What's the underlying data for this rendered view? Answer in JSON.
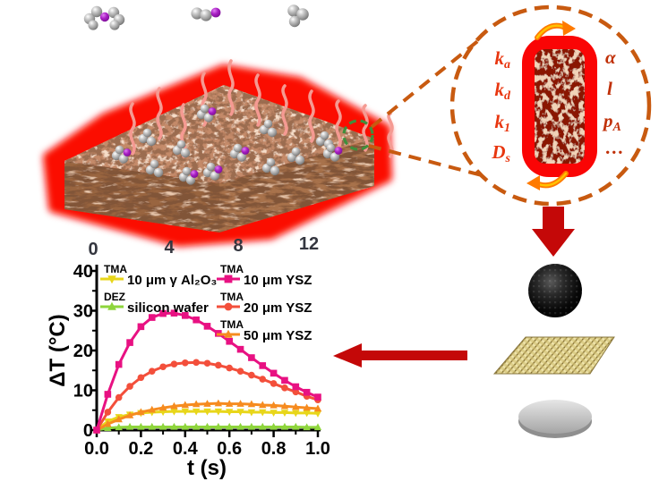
{
  "figure": {
    "scale_numbers": [
      "0",
      "4",
      "8",
      "12"
    ],
    "inset": {
      "left_params": [
        {
          "base": "k",
          "sub": "a"
        },
        {
          "base": "k",
          "sub": "d"
        },
        {
          "base": "k",
          "sub": "1"
        },
        {
          "base": "D",
          "sub": "s"
        }
      ],
      "right_params": [
        {
          "base": "α",
          "sub": ""
        },
        {
          "base": "l",
          "sub": ""
        },
        {
          "base": "p",
          "sub": "A"
        },
        {
          "base": "…",
          "sub": ""
        }
      ],
      "left_color": "#e8360f",
      "right_color": "#c03008"
    },
    "colors": {
      "glow_red": "#fb0703",
      "arrow_red": "#c40808",
      "dashed_orange": "#c85a10",
      "zoom_circle_green": "#3f8f3c",
      "slab_brown": "#c38a6a"
    }
  },
  "chart_data": {
    "type": "line",
    "xlabel": "t (s)",
    "ylabel": "ΔT (°C)",
    "xlim": [
      0.0,
      1.0
    ],
    "ylim": [
      0,
      40
    ],
    "xticks": [
      "0.0",
      "0.2",
      "0.4",
      "0.6",
      "0.8",
      "1.0"
    ],
    "yticks": [
      "0",
      "10",
      "20",
      "30",
      "40"
    ],
    "grid": false,
    "legend_position": "top",
    "x": [
      0,
      0.05,
      0.1,
      0.15,
      0.2,
      0.25,
      0.3,
      0.35,
      0.4,
      0.45,
      0.5,
      0.55,
      0.6,
      0.65,
      0.7,
      0.75,
      0.8,
      0.85,
      0.9,
      0.95,
      1.0
    ],
    "series": [
      {
        "header": "TMA",
        "label": "10 μm γ Al₂O₃",
        "color": "#e8d61a",
        "marker": "triangle-down",
        "values": [
          0,
          2.2,
          3.3,
          3.9,
          4.3,
          4.5,
          4.6,
          4.7,
          4.7,
          4.7,
          4.7,
          4.7,
          4.6,
          4.6,
          4.5,
          4.5,
          4.4,
          4.4,
          4.3,
          4.3,
          4.2
        ]
      },
      {
        "header": "DEZ",
        "label": "silicon wafer",
        "color": "#8ed53c",
        "marker": "triangle-up",
        "values": [
          0,
          0.5,
          0.7,
          0.8,
          0.8,
          0.8,
          0.8,
          0.8,
          0.8,
          0.8,
          0.8,
          0.8,
          0.8,
          0.8,
          0.8,
          0.8,
          0.8,
          0.8,
          0.8,
          0.7,
          0.7
        ]
      },
      {
        "header": "TMA",
        "label": "10 μm YSZ",
        "color": "#e81182",
        "marker": "square",
        "values": [
          0,
          9,
          16.5,
          22,
          26,
          28.3,
          29.3,
          29.4,
          28.8,
          27.7,
          26.1,
          24.3,
          22.3,
          20.3,
          18.2,
          16.2,
          14.3,
          12.5,
          10.9,
          9.5,
          8.3
        ]
      },
      {
        "header": "TMA",
        "label": "20 μm YSZ",
        "color": "#f34f3b",
        "marker": "circle",
        "values": [
          0,
          4.5,
          8.2,
          11,
          13.2,
          14.8,
          15.9,
          16.6,
          16.9,
          17,
          16.8,
          16.3,
          15.6,
          14.8,
          13.8,
          12.8,
          11.7,
          10.6,
          9.6,
          8.5,
          7.6
        ]
      },
      {
        "header": "TMA",
        "label": "50 μm YSZ",
        "color": "#f68b1f",
        "marker": "triangle-up",
        "values": [
          0,
          1.5,
          2.7,
          3.7,
          4.5,
          5.1,
          5.6,
          6,
          6.3,
          6.5,
          6.6,
          6.7,
          6.6,
          6.6,
          6.5,
          6.3,
          6.2,
          6,
          5.8,
          5.6,
          5.4
        ]
      }
    ]
  }
}
